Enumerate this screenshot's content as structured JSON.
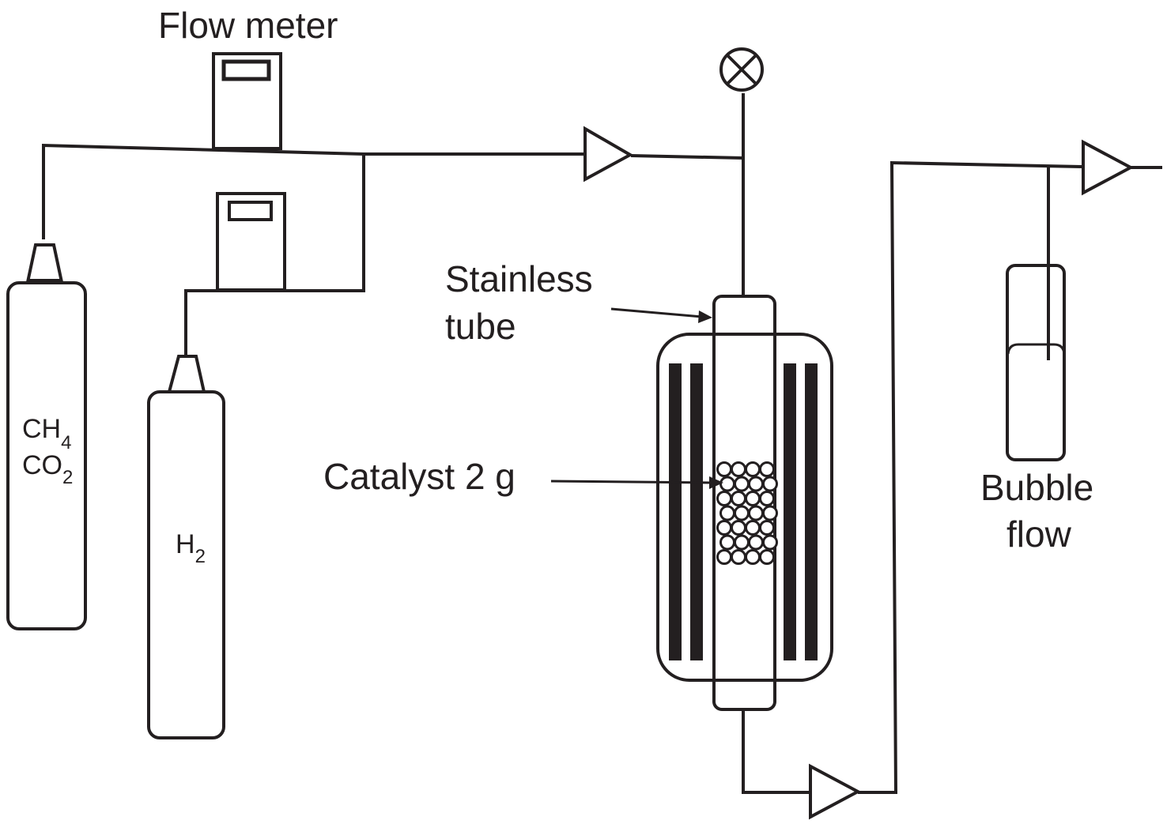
{
  "diagram": {
    "type": "process-flow-schematic",
    "colors": {
      "line": "#231f20",
      "background": "#ffffff"
    },
    "labels": {
      "flow_meter": "Flow meter",
      "stainless_tube_line1": "Stainless",
      "stainless_tube_line2": "tube",
      "catalyst": "Catalyst 2 g",
      "bubble_flow_line1": "Bubble",
      "bubble_flow_line2": "flow"
    },
    "cylinders": [
      {
        "id": "feed-gas",
        "lines": [
          {
            "base": "CH",
            "sub": "4"
          },
          {
            "base": "CO",
            "sub": "2"
          }
        ]
      },
      {
        "id": "hydrogen",
        "lines": [
          {
            "base": "H",
            "sub": "2"
          }
        ]
      }
    ],
    "components": [
      {
        "name": "gas-cylinder-ch4-co2",
        "icon": "gas-cylinder-icon"
      },
      {
        "name": "gas-cylinder-h2",
        "icon": "gas-cylinder-icon"
      },
      {
        "name": "flow-meter-1",
        "icon": "flow-meter-icon"
      },
      {
        "name": "flow-meter-2",
        "icon": "flow-meter-icon"
      },
      {
        "name": "check-valve-inlet",
        "icon": "check-valve-icon"
      },
      {
        "name": "shutoff-valve",
        "icon": "valve-cross-icon"
      },
      {
        "name": "furnace",
        "icon": "furnace-icon"
      },
      {
        "name": "stainless-tube-reactor",
        "icon": "reactor-tube-icon"
      },
      {
        "name": "catalyst-bed",
        "icon": "catalyst-bed-icon"
      },
      {
        "name": "check-valve-outlet",
        "icon": "check-valve-icon"
      },
      {
        "name": "check-valve-exhaust",
        "icon": "check-valve-icon"
      },
      {
        "name": "bubble-flow-meter",
        "icon": "bubble-flowmeter-icon"
      }
    ]
  }
}
